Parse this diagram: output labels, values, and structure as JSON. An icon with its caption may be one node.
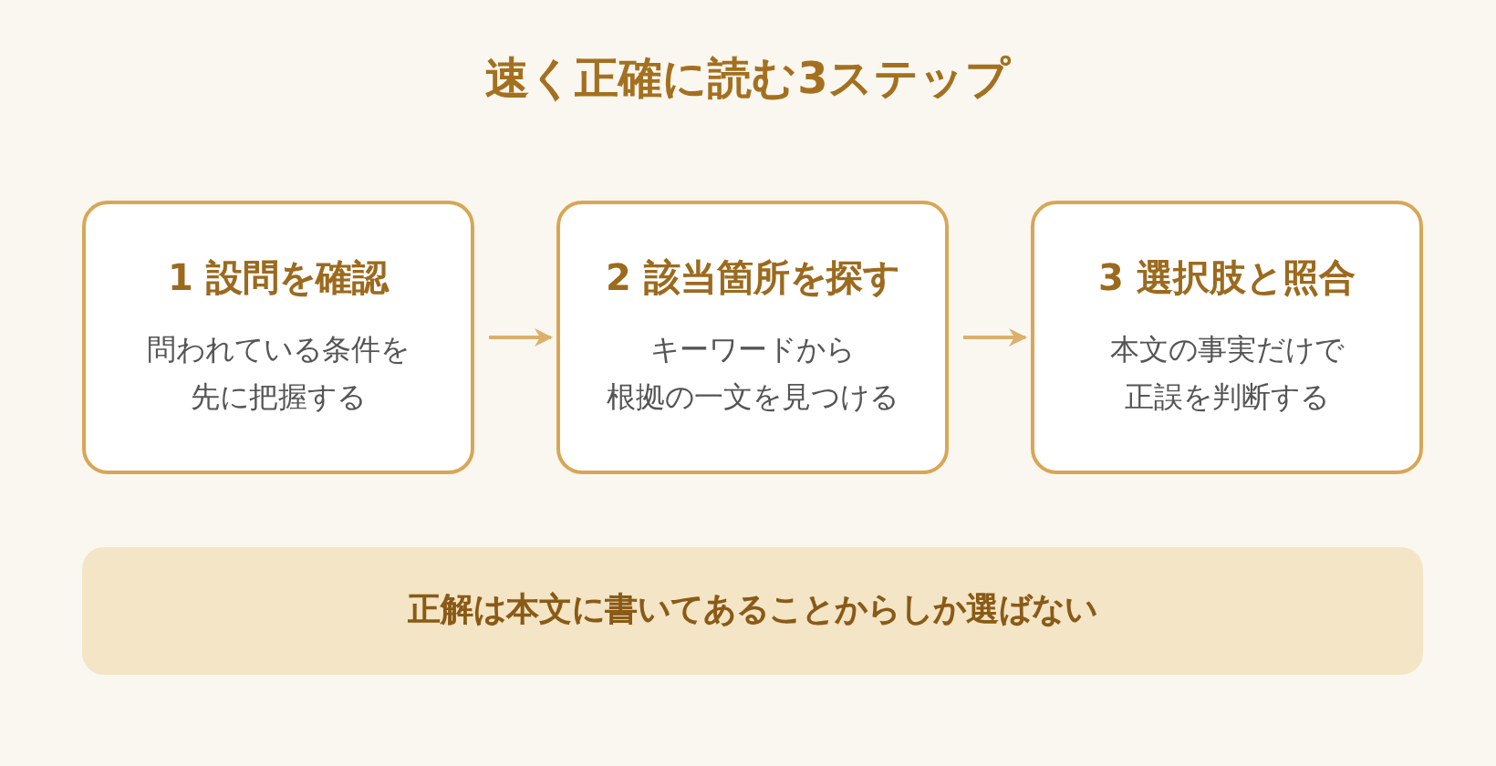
{
  "diagram": {
    "title": "速く正確に読む3ステップ",
    "nodes": [
      {
        "text": [
          "1 設問を確認",
          "問われている条件を先に把握する"
        ]
      },
      {
        "text": [
          "2 該当箇所を探す",
          "キーワードから根拠の一文を見つける"
        ]
      },
      {
        "text": [
          "3 選択肢と照合",
          "本文の事実だけで正誤を判断する"
        ]
      },
      {
        "text": [
          "正解は本文に書いてあることからしか選ばない"
        ]
      }
    ],
    "edges": [
      {
        "from": 0,
        "to": 1,
        "arrow": "to"
      },
      {
        "from": 1,
        "to": 2,
        "arrow": "to"
      }
    ]
  }
}
